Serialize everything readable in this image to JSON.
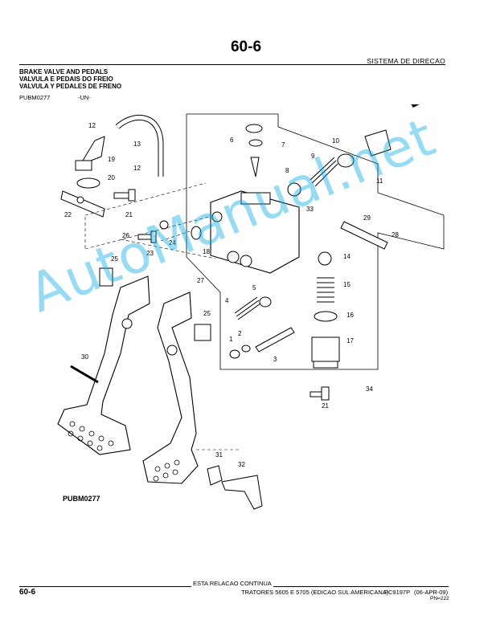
{
  "page": {
    "number_top": "60-6",
    "section": "SISTEMA DE DIRECAO",
    "title": {
      "english": "BRAKE VALVE AND PEDALS",
      "portuguese": "VALVULA E PEDAIS DO FREIO",
      "spanish": "VALVULA Y PEDALES DE FRENO"
    },
    "ref_code": "PUBM0277",
    "ref_variant": "-UN-"
  },
  "diagram": {
    "label": "PUBM0277",
    "callouts": [
      "1",
      "2",
      "3",
      "4",
      "5",
      "6",
      "7",
      "8",
      "9",
      "10",
      "11",
      "12",
      "12",
      "13",
      "14",
      "15",
      "16",
      "17",
      "18",
      "19",
      "20",
      "21",
      "21",
      "22",
      "23",
      "24",
      "25",
      "25",
      "26",
      "27",
      "28",
      "29",
      "30",
      "31",
      "32",
      "33",
      "34"
    ],
    "watermark": "AutoManual.net",
    "arrow_icon": "direction-arrow-icon"
  },
  "footer": {
    "continue": "ESTA RELACAO CONTINUA",
    "page_number": "60-6",
    "book": "TRATORES 5605 E 5705 (EDICAO SUL AMERICANA)",
    "book_code": "PC9197P",
    "date": "(06-APR-09)",
    "pn": "PN=222"
  }
}
